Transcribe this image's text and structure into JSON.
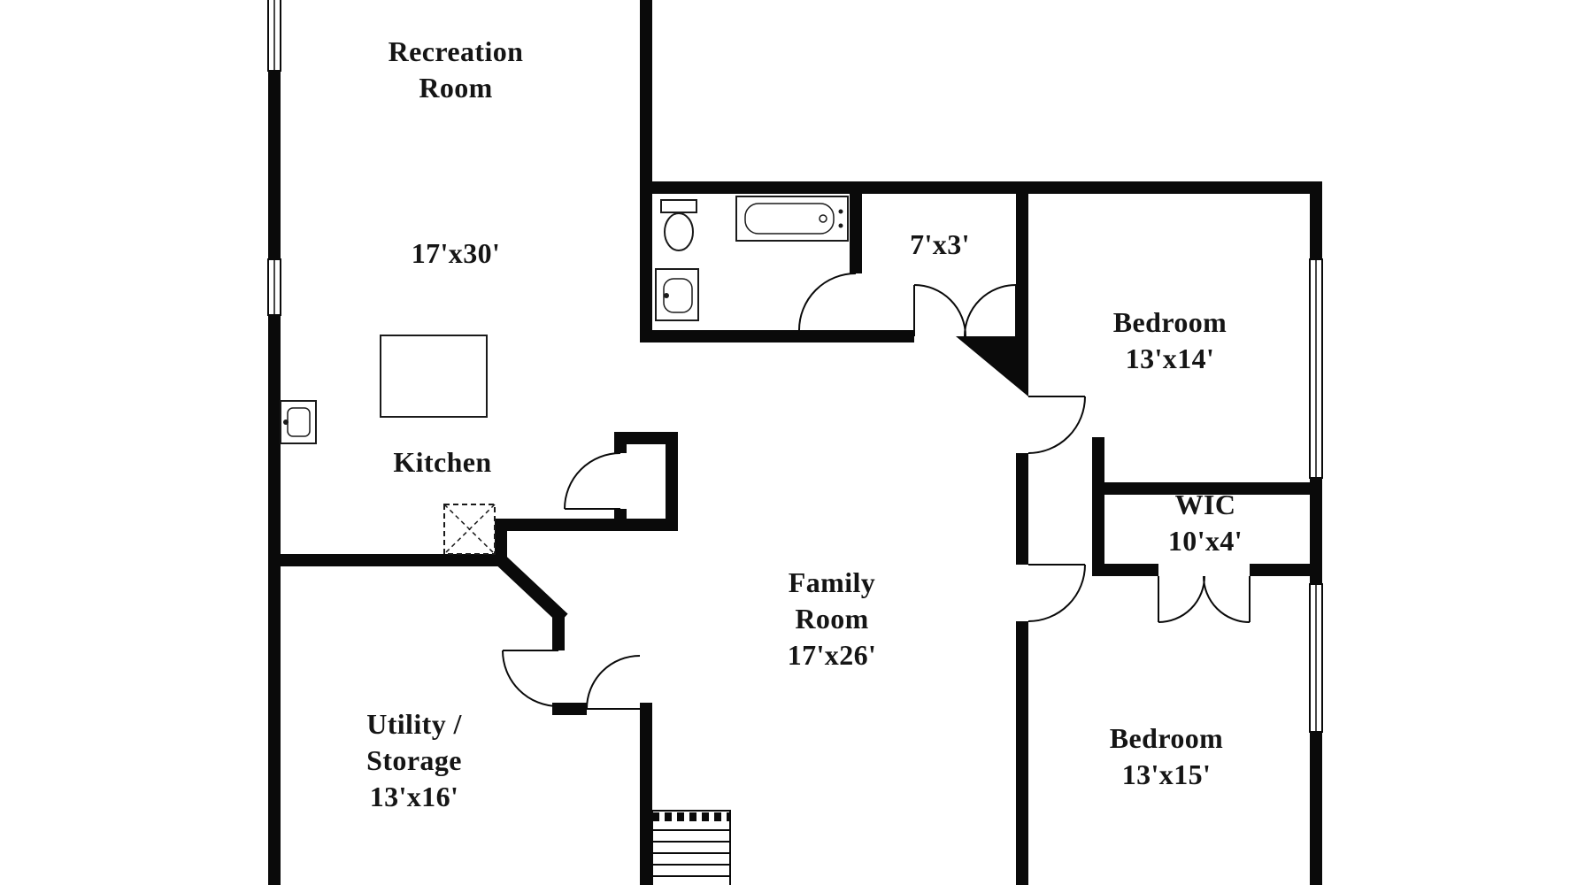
{
  "plan": {
    "type": "residential-floor-plan",
    "colors": {
      "wall": "#0a0a0a",
      "background": "#ffffff",
      "text": "#151515"
    },
    "rooms": {
      "recreation": {
        "lines": [
          "Recreation",
          "Room"
        ],
        "dims": "17'x30'"
      },
      "kitchen": {
        "lines": [
          "Kitchen"
        ]
      },
      "hall_closet": {
        "dims": "7'x3'"
      },
      "bedroom_top": {
        "lines": [
          "Bedroom"
        ],
        "dims": "13'x14'"
      },
      "wic": {
        "lines": [
          "WIC"
        ],
        "dims": "10'x4'"
      },
      "family": {
        "lines": [
          "Family",
          "Room"
        ],
        "dims": "17'x26'"
      },
      "utility": {
        "lines": [
          "Utility /",
          "Storage"
        ],
        "dims": "13'x16'"
      },
      "bedroom_bottom": {
        "lines": [
          "Bedroom"
        ],
        "dims": "13'x15'"
      }
    },
    "fixtures": [
      "bathtub",
      "toilet",
      "bathroom-sink",
      "kitchen-sink",
      "kitchen-island",
      "appliance",
      "stairs",
      "windows",
      "door-swings"
    ]
  }
}
